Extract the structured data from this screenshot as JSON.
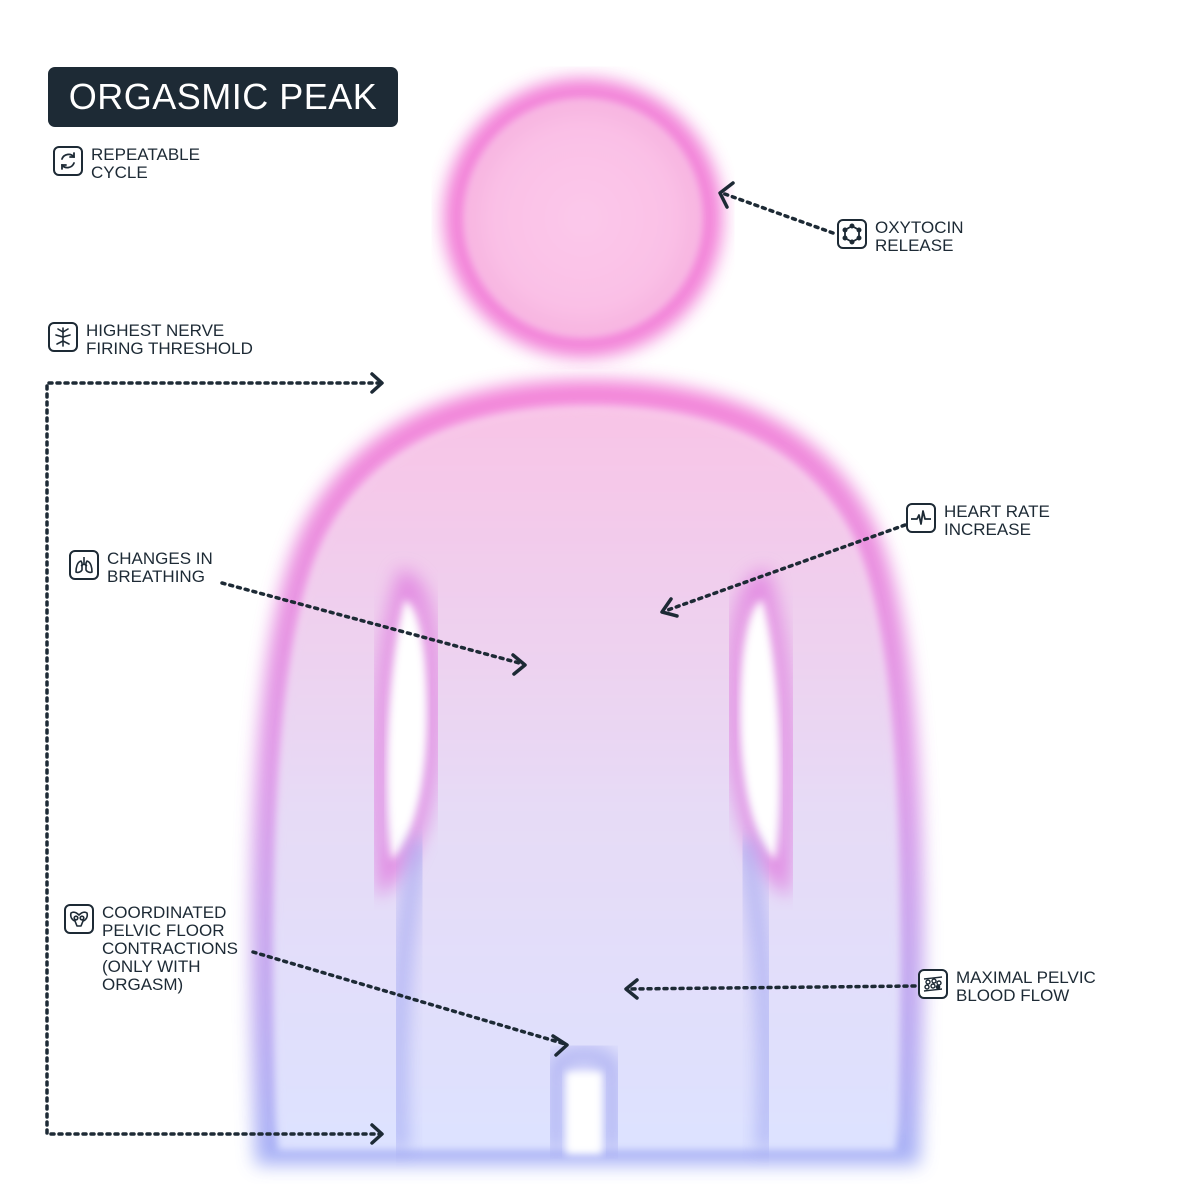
{
  "title": "ORGASMIC PEAK",
  "legend": {
    "icon": "cycle-icon",
    "lines": [
      "REPEATABLE",
      "CYCLE"
    ]
  },
  "labels": {
    "oxytocin": {
      "icon": "hexagon-molecule-icon",
      "lines": [
        "OXYTOCIN",
        "RELEASE"
      ]
    },
    "nerve": {
      "icon": "nerve-icon",
      "lines": [
        "HIGHEST NERVE",
        "FIRING THRESHOLD"
      ]
    },
    "heart": {
      "icon": "heartbeat-icon",
      "lines": [
        "HEART RATE",
        "INCREASE"
      ]
    },
    "breathing": {
      "icon": "lungs-icon",
      "lines": [
        "CHANGES IN",
        "BREATHING"
      ]
    },
    "pelvic_floor": {
      "icon": "pelvis-icon",
      "lines": [
        "COORDINATED",
        "PELVIC FLOOR",
        "CONTRACTIONS",
        "(ONLY WITH",
        "ORGASM)"
      ]
    },
    "blood_flow": {
      "icon": "blood-cells-icon",
      "lines": [
        "MAXIMAL PELVIC",
        "BLOOD FLOW"
      ]
    }
  },
  "colors": {
    "ink": "#1d2a35",
    "glow_top": "#f06ad0",
    "glow_bottom": "#8f9cf2",
    "fill_top": "#f9c6e8",
    "fill_bottom": "#dfe3ff"
  }
}
